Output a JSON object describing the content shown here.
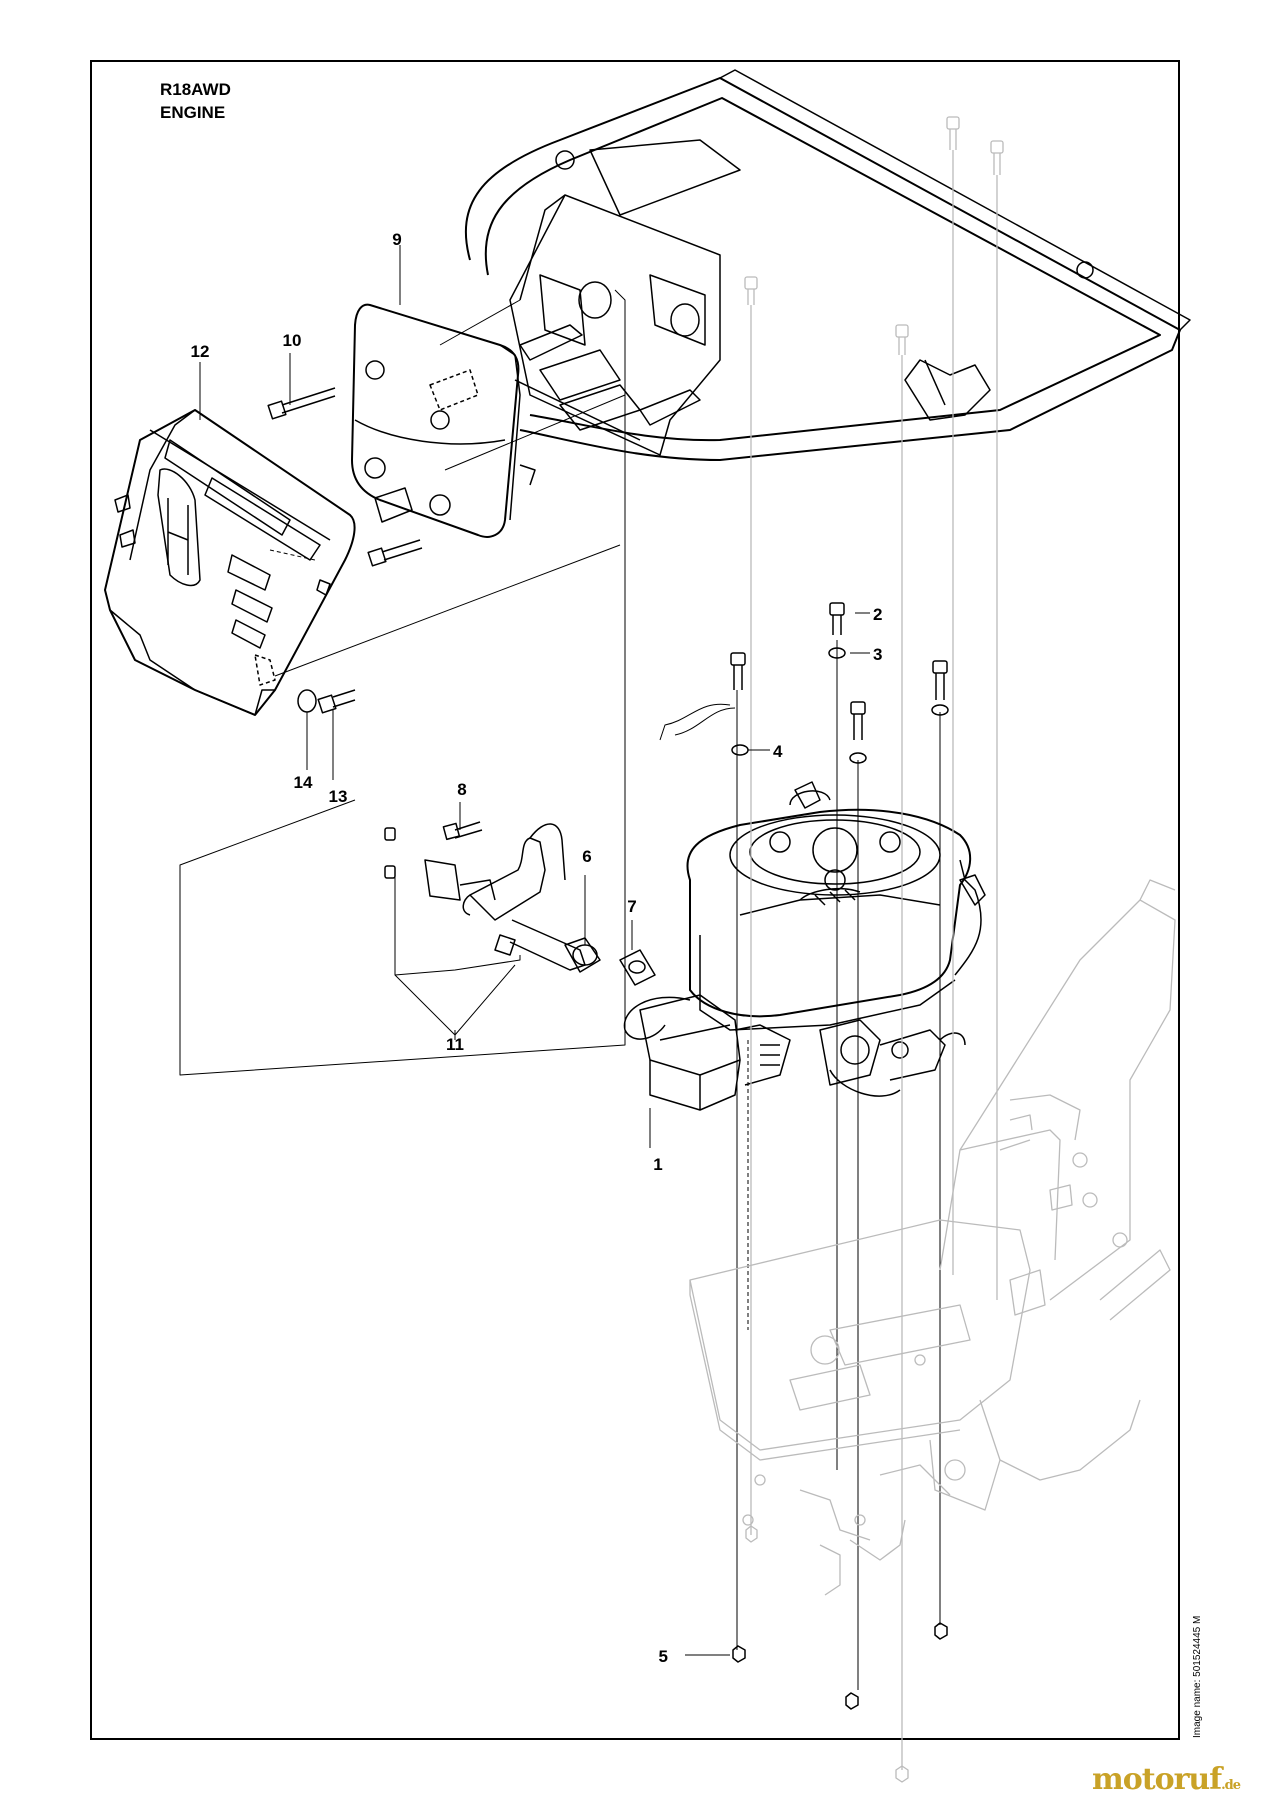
{
  "title": {
    "model": "R18AWD",
    "section": "ENGINE"
  },
  "image_name": "Image name: 501524445 M",
  "watermark": {
    "brand": "motoruf",
    "tld": ".de",
    "color": "#c9a227"
  },
  "callouts": [
    {
      "id": "1",
      "label": "1"
    },
    {
      "id": "2",
      "label": "2"
    },
    {
      "id": "3",
      "label": "3"
    },
    {
      "id": "4",
      "label": "4"
    },
    {
      "id": "5",
      "label": "5"
    },
    {
      "id": "6",
      "label": "6"
    },
    {
      "id": "7",
      "label": "7"
    },
    {
      "id": "8",
      "label": "8"
    },
    {
      "id": "9",
      "label": "9"
    },
    {
      "id": "10",
      "label": "10"
    },
    {
      "id": "11",
      "label": "11"
    },
    {
      "id": "12",
      "label": "12"
    },
    {
      "id": "13",
      "label": "13"
    },
    {
      "id": "14",
      "label": "14"
    }
  ],
  "colors": {
    "line": "#000000",
    "ghost": "#bbbbbb",
    "fill": "#ffffff"
  }
}
